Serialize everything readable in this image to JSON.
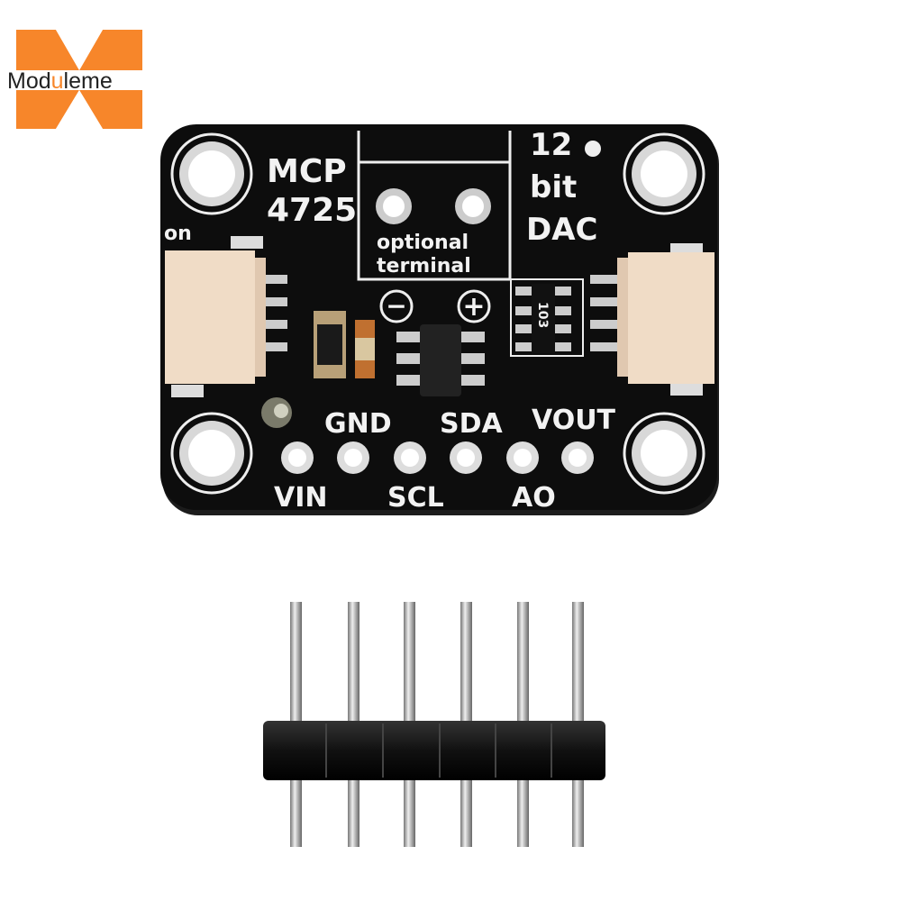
{
  "logo": {
    "text_prefix": "Mod",
    "text_highlight": "u",
    "text_suffix": "leme",
    "color": "#f7862a"
  },
  "board": {
    "color": "#0d0d0d",
    "title_line1": "MCP",
    "title_line2": "4725",
    "led_label": "on",
    "terminal_line1": "optional",
    "terminal_line2": "terminal",
    "minus_symbol": "−",
    "plus_symbol": "+",
    "dac_line1": "12",
    "dac_line2": "bit",
    "dac_line3": "DAC",
    "resistor_marking": "103",
    "pins_top": [
      "GND",
      "SDA",
      "VOUT"
    ],
    "pins_bottom": [
      "VIN",
      "SCL",
      "AO"
    ]
  },
  "header": {
    "pin_count": 6
  }
}
